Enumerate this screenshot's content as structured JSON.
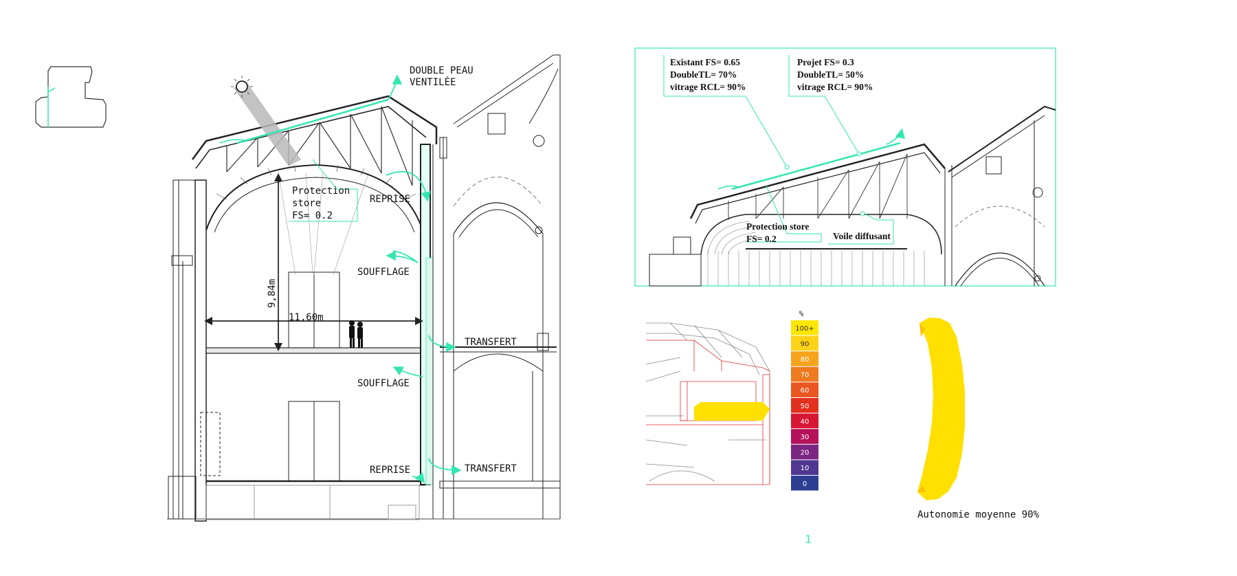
{
  "colors": {
    "accent": "#33e6b2",
    "line": "#222222",
    "thin": "#777777",
    "sunbeam": "#b8b8b8",
    "yellow": "#ffe000",
    "red_outline": "#e03030"
  },
  "section": {
    "title_line1": "DOUBLE PEAU",
    "title_line2": "VENTILÉE",
    "protection_line1": "Protection",
    "protection_line2": "store",
    "protection_line3": "FS= 0.2",
    "reprise_top": "REPRISE",
    "soufflage_top": "SOUFFLAGE",
    "soufflage_bottom": "SOUFFLAGE",
    "transfert_top": "TRANSFERT",
    "transfert_bottom": "TRANSFERT",
    "reprise_bottom": "REPRISE",
    "height_dim": "9,84m",
    "width_dim": "11,60m"
  },
  "detail": {
    "existant_line1": "Existant FS= 0.65",
    "existant_line2": "DoubleTL= 70%",
    "existant_line3": "vitrage RCL= 90%",
    "projet_line1": "Projet FS= 0.3",
    "projet_line2": "DoubleTL= 50%",
    "projet_line3": "vitrage RCL= 90%",
    "protection_line1": "Protection store",
    "protection_line2": "FS= 0.2",
    "voile": "Voile diffusant"
  },
  "legend": {
    "unit": "%",
    "items": [
      {
        "label": "100+",
        "color": "#ffe600"
      },
      {
        "label": "90",
        "color": "#ffd21a"
      },
      {
        "label": "80",
        "color": "#f7a31e"
      },
      {
        "label": "70",
        "color": "#ef7a1f"
      },
      {
        "label": "60",
        "color": "#e9561f"
      },
      {
        "label": "50",
        "color": "#e2301f"
      },
      {
        "label": "40",
        "color": "#d61633"
      },
      {
        "label": "30",
        "color": "#b5115a"
      },
      {
        "label": "20",
        "color": "#7b2781"
      },
      {
        "label": "10",
        "color": "#503791"
      },
      {
        "label": "0",
        "color": "#2e3f93"
      }
    ]
  },
  "autonomy_caption": "Autonomie moyenne 90%",
  "page_number": "1"
}
